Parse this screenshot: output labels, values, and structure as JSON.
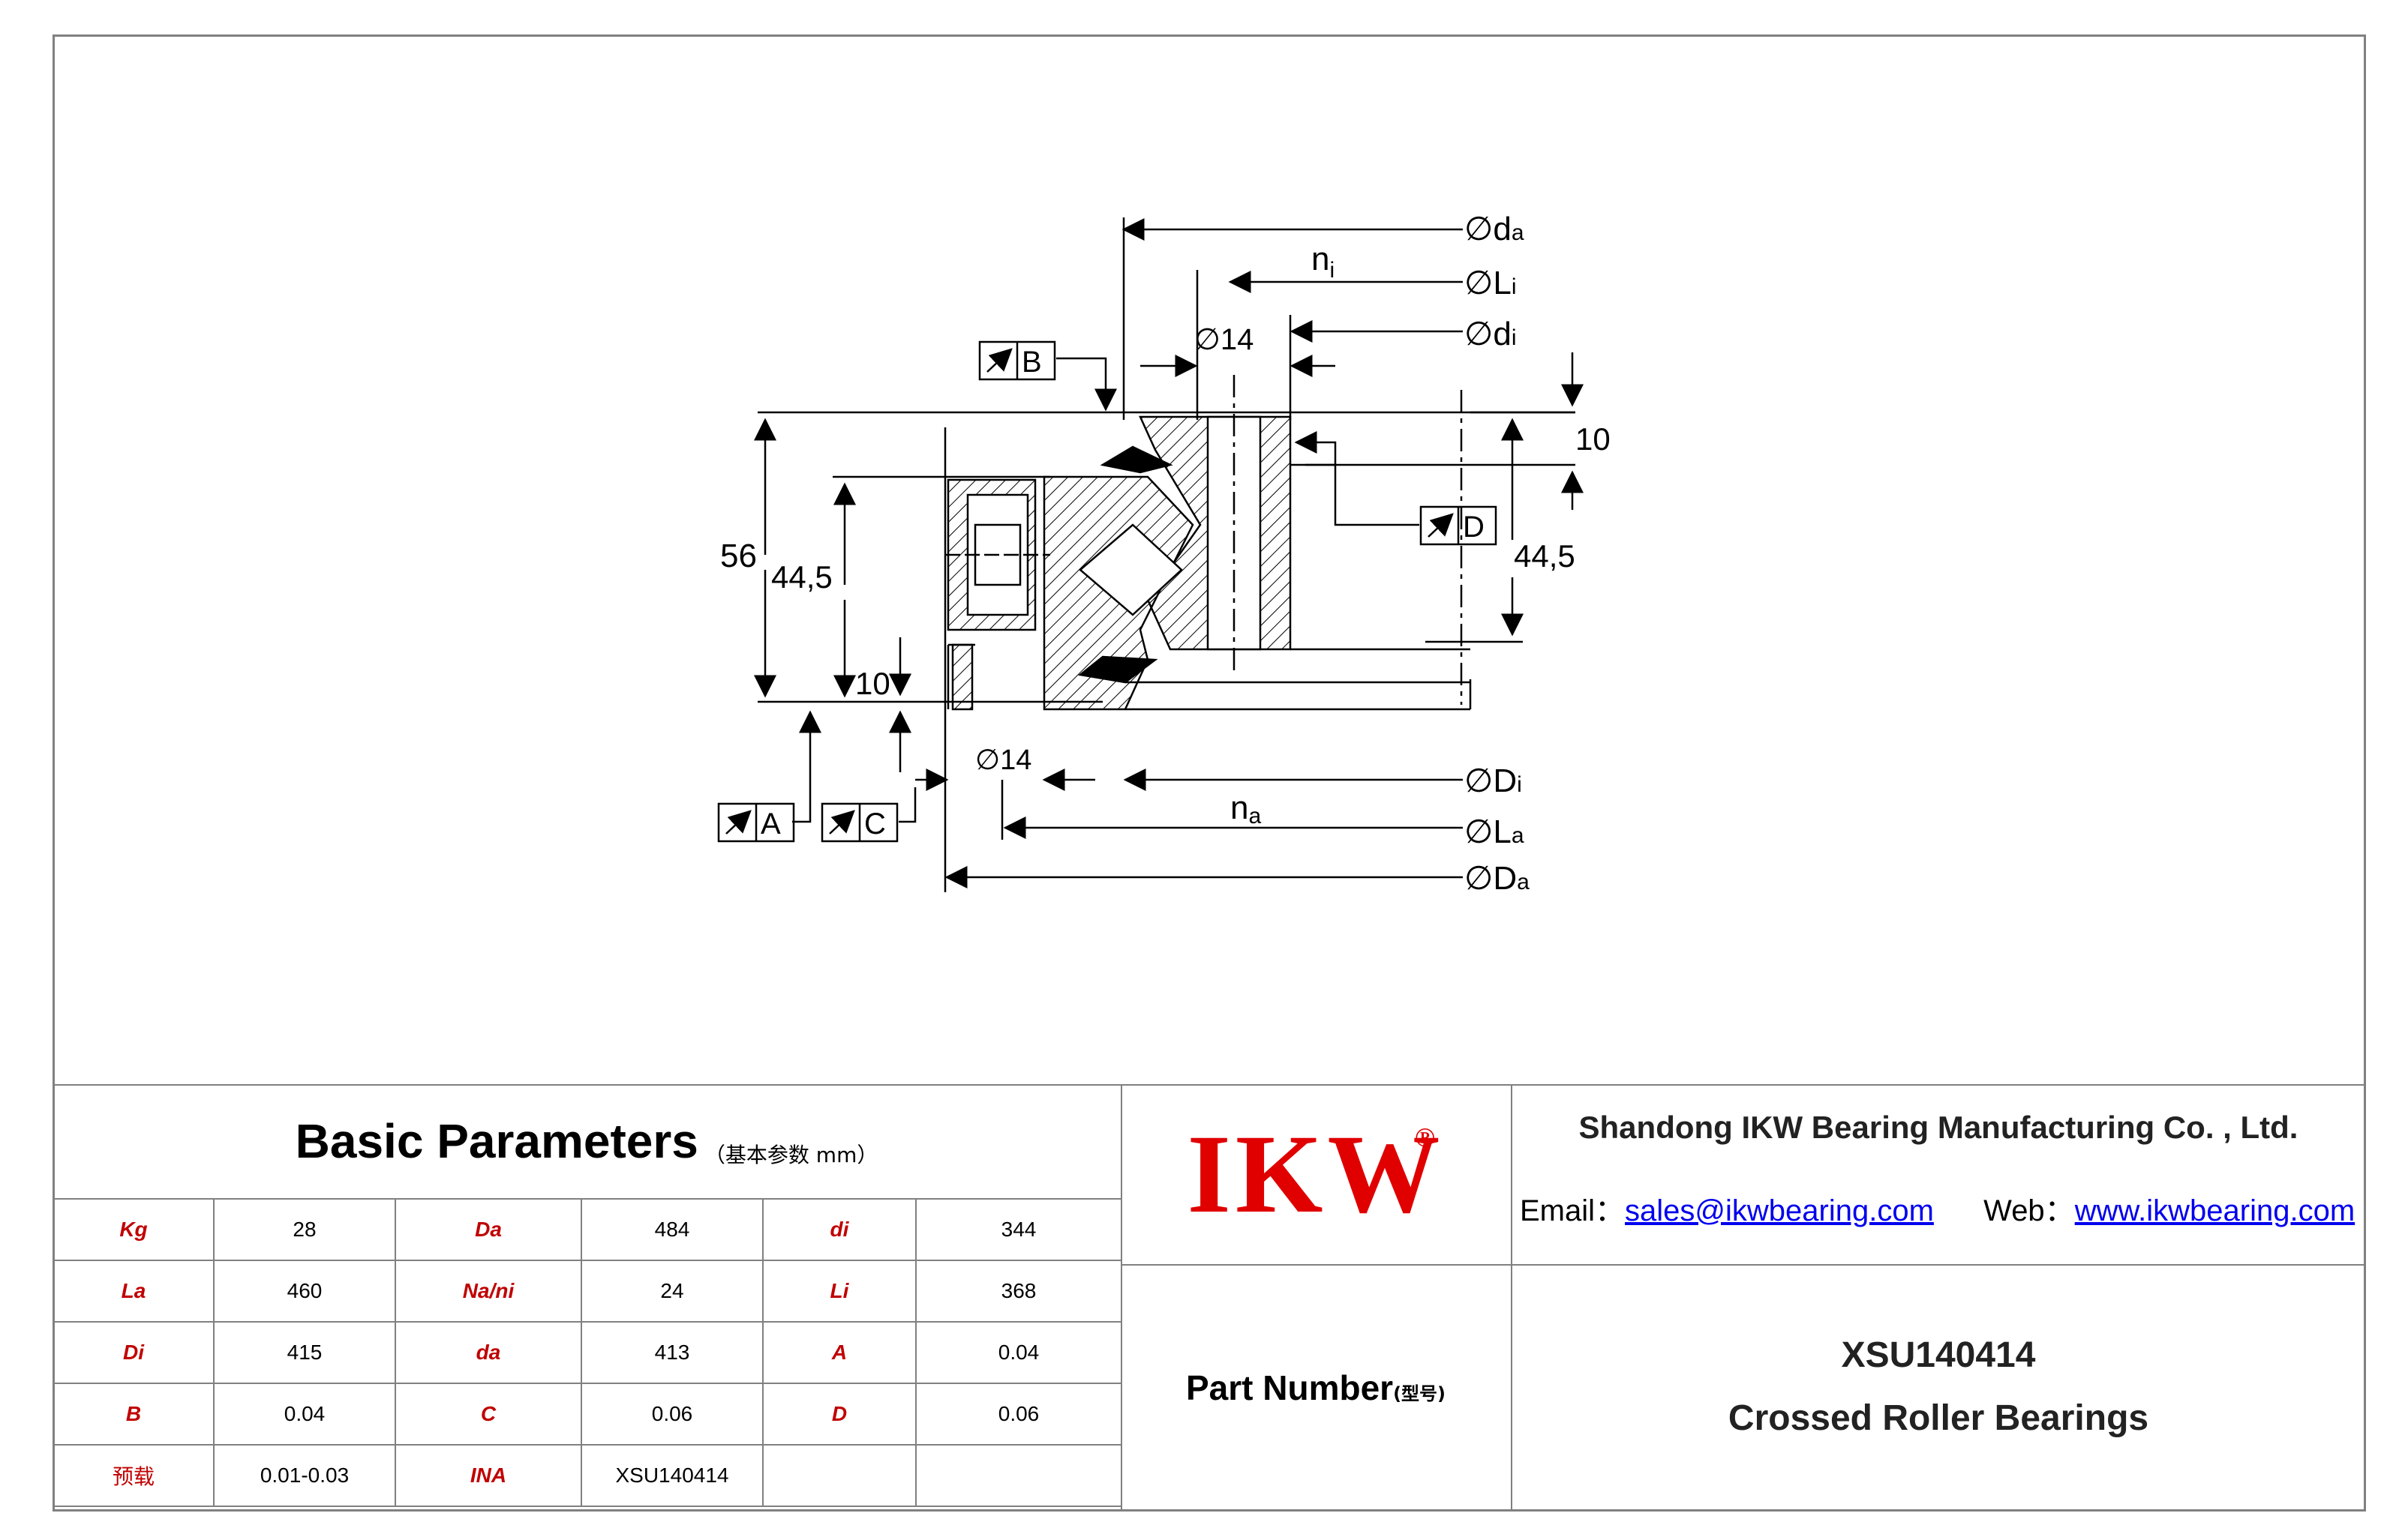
{
  "drawing": {
    "labels": {
      "da": "∅d",
      "da_sub": "a",
      "ni": "n",
      "ni_sub": "i",
      "Li": "∅L",
      "Li_sub": "i",
      "di": "∅d",
      "di_sub": "i",
      "d14_top": "∅14",
      "B": "B",
      "dim10_right": "10",
      "D": "D",
      "dim56": "56",
      "dim445_left": "44,5",
      "dim445_right": "44,5",
      "dim10_left": "10",
      "d14_bottom": "∅14",
      "Di": "∅D",
      "Di_sub": "i",
      "na": "n",
      "na_sub": "a",
      "La": "∅L",
      "La_sub": "a",
      "Da": "∅D",
      "Da_sub": "a",
      "A": "A",
      "C": "C"
    }
  },
  "params": {
    "title": "Basic Parameters",
    "title_note": "（基本参数 mm）",
    "rows": [
      [
        {
          "k": "Kg",
          "v": "28"
        },
        {
          "k": "Da",
          "v": "484"
        },
        {
          "k": "di",
          "v": "344"
        }
      ],
      [
        {
          "k": "La",
          "v": "460"
        },
        {
          "k": "Na/ni",
          "v": "24"
        },
        {
          "k": "Li",
          "v": "368"
        }
      ],
      [
        {
          "k": "Di",
          "v": "415"
        },
        {
          "k": "da",
          "v": "413"
        },
        {
          "k": "A",
          "v": "0.04"
        }
      ],
      [
        {
          "k": "B",
          "v": "0.04"
        },
        {
          "k": "C",
          "v": "0.06"
        },
        {
          "k": "D",
          "v": "0.06"
        }
      ],
      [
        {
          "k": "预载",
          "v": "0.01-0.03"
        },
        {
          "k": "INA",
          "v": "XSU140414"
        },
        {
          "k": "",
          "v": ""
        }
      ]
    ]
  },
  "logo": {
    "text": "IKW",
    "reg": "®"
  },
  "company": {
    "name": "Shandong IKW Bearing Manufacturing Co. , Ltd.",
    "email_label": "Email：",
    "email": "sales@ikwbearing.com",
    "web_label": "Web：",
    "web": "www.ikwbearing.com"
  },
  "part": {
    "label": "Part Number",
    "label_note": "(型号)",
    "code": "XSU140414",
    "desc": "Crossed Roller Bearings"
  }
}
